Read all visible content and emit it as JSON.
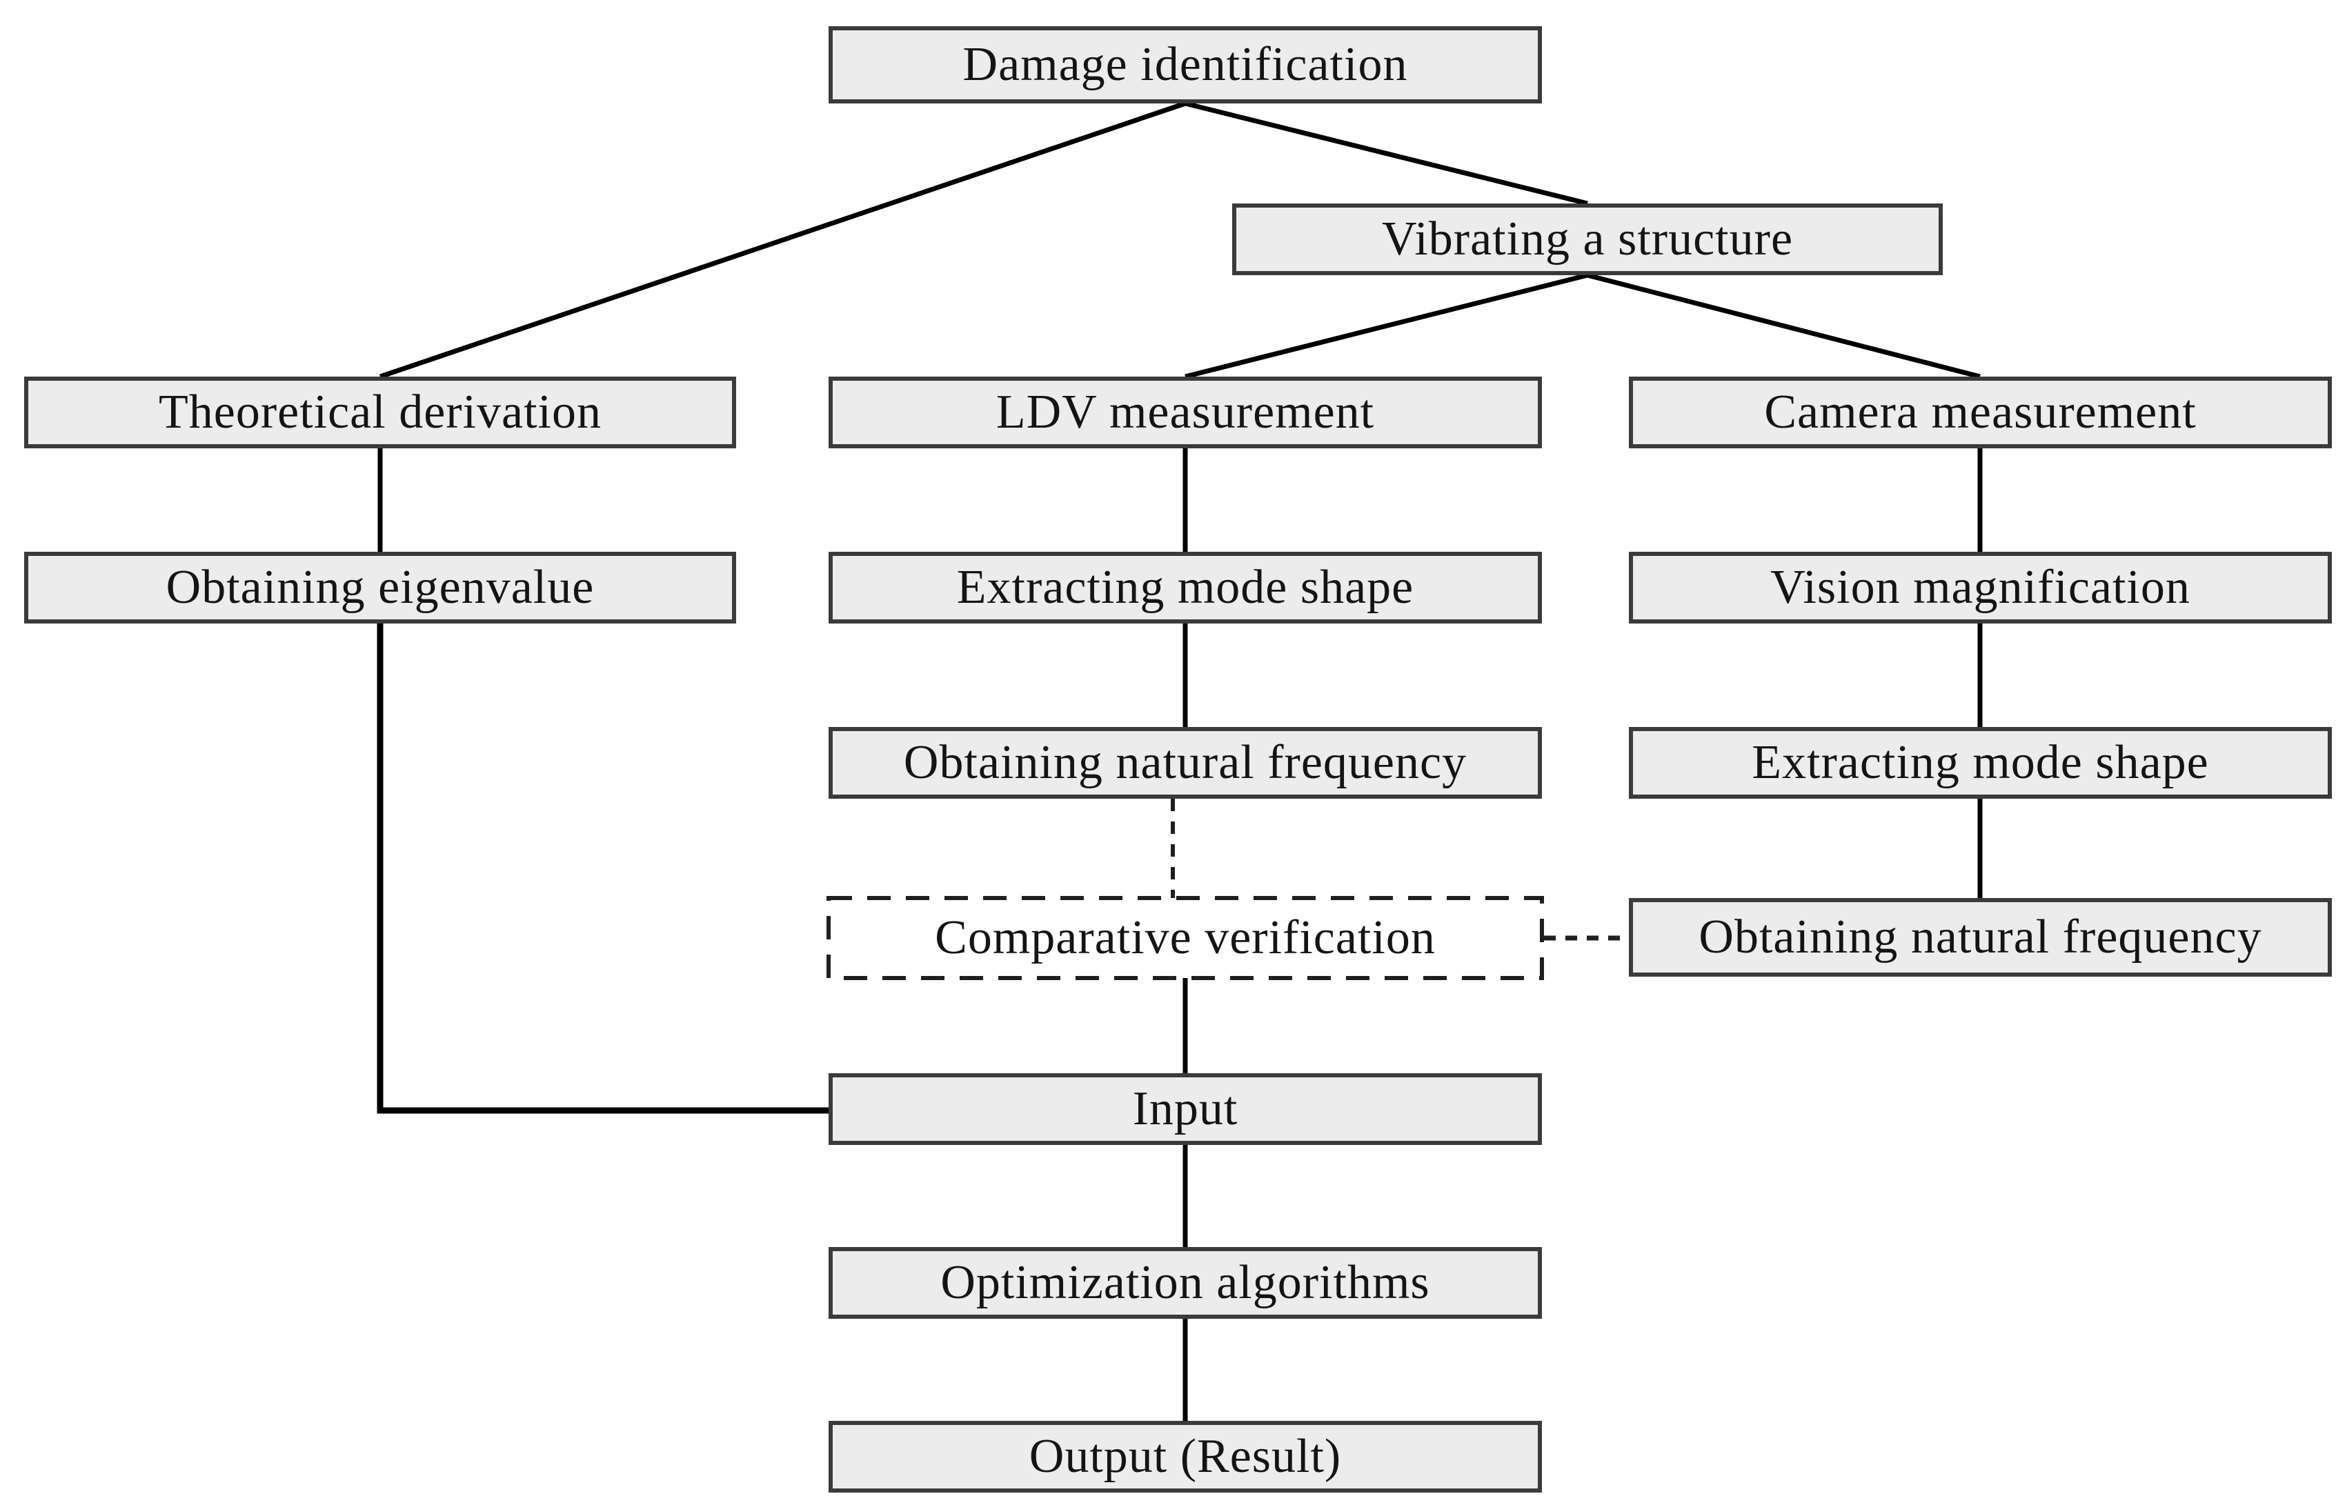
{
  "diagram": {
    "type": "flowchart",
    "colors": {
      "node_fill": "#ececec",
      "node_border": "#3b3b3b",
      "dashed_node_fill": "#ffffff",
      "connector": "#000000",
      "background": "#ffffff"
    },
    "nodes": {
      "damage_identification": {
        "label": "Damage identification",
        "style": "solid"
      },
      "vibrating_a_structure": {
        "label": "Vibrating a structure",
        "style": "solid"
      },
      "theoretical_derivation": {
        "label": "Theoretical derivation",
        "style": "solid"
      },
      "ldv_measurement": {
        "label": "LDV measurement",
        "style": "solid"
      },
      "camera_measurement": {
        "label": "Camera measurement",
        "style": "solid"
      },
      "obtaining_eigenvalue": {
        "label": "Obtaining eigenvalue",
        "style": "solid"
      },
      "extracting_mode_shape_ldv": {
        "label": "Extracting mode shape",
        "style": "solid"
      },
      "vision_magnification": {
        "label": "Vision magnification",
        "style": "solid"
      },
      "obtaining_natural_frequency_ldv": {
        "label": "Obtaining natural frequency",
        "style": "solid"
      },
      "extracting_mode_shape_camera": {
        "label": "Extracting mode shape",
        "style": "solid"
      },
      "comparative_verification": {
        "label": "Comparative verification",
        "style": "dashed"
      },
      "obtaining_natural_frequency_camera": {
        "label": "Obtaining natural frequency",
        "style": "solid"
      },
      "input": {
        "label": "Input",
        "style": "solid"
      },
      "optimization_algorithms": {
        "label": "Optimization algorithms",
        "style": "solid"
      },
      "output_result": {
        "label": "Output (Result)",
        "style": "solid"
      }
    },
    "edges": [
      {
        "from": "damage_identification",
        "to": "theoretical_derivation",
        "style": "solid"
      },
      {
        "from": "damage_identification",
        "to": "vibrating_a_structure",
        "style": "solid"
      },
      {
        "from": "vibrating_a_structure",
        "to": "ldv_measurement",
        "style": "solid"
      },
      {
        "from": "vibrating_a_structure",
        "to": "camera_measurement",
        "style": "solid"
      },
      {
        "from": "theoretical_derivation",
        "to": "obtaining_eigenvalue",
        "style": "solid"
      },
      {
        "from": "ldv_measurement",
        "to": "extracting_mode_shape_ldv",
        "style": "solid"
      },
      {
        "from": "camera_measurement",
        "to": "vision_magnification",
        "style": "solid"
      },
      {
        "from": "extracting_mode_shape_ldv",
        "to": "obtaining_natural_frequency_ldv",
        "style": "solid"
      },
      {
        "from": "vision_magnification",
        "to": "extracting_mode_shape_camera",
        "style": "solid"
      },
      {
        "from": "extracting_mode_shape_camera",
        "to": "obtaining_natural_frequency_camera",
        "style": "solid"
      },
      {
        "from": "obtaining_natural_frequency_ldv",
        "to": "comparative_verification",
        "style": "dashed"
      },
      {
        "from": "comparative_verification",
        "to": "obtaining_natural_frequency_camera",
        "style": "dashed"
      },
      {
        "from": "comparative_verification",
        "to": "input",
        "style": "solid"
      },
      {
        "from": "obtaining_eigenvalue",
        "to": "input",
        "style": "solid-elbow"
      },
      {
        "from": "input",
        "to": "optimization_algorithms",
        "style": "solid"
      },
      {
        "from": "optimization_algorithms",
        "to": "output_result",
        "style": "solid"
      }
    ]
  }
}
